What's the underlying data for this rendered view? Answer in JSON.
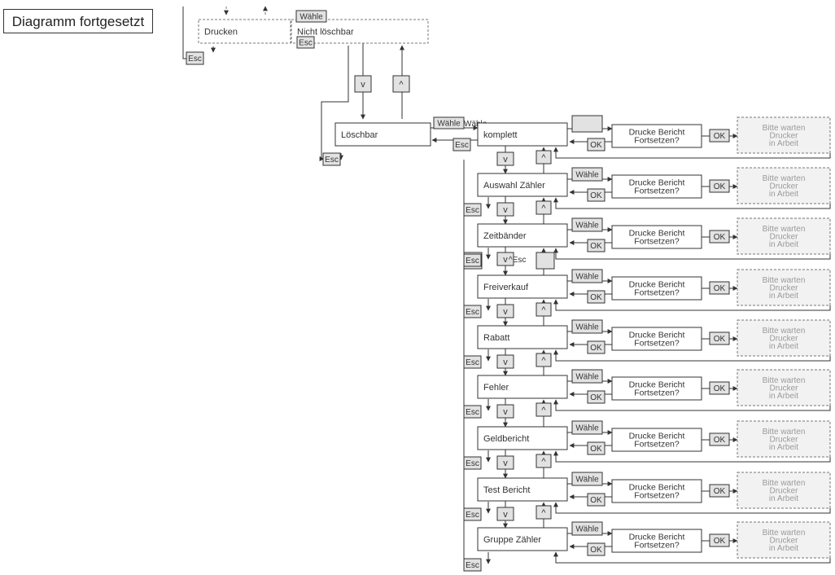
{
  "title": "Diagramm fortgesetzt",
  "top": {
    "print": "Drucken",
    "not_deletable": "Nicht löschbar",
    "deletable": "Löschbar",
    "select": "Wähle",
    "escape": "Esc",
    "down": "v",
    "up": "^"
  },
  "menu_items": [
    "komplett",
    "Auswahl Zähler",
    "Zeitbänder",
    "Freiverkauf",
    "Rabatt",
    "Fehler",
    "Geldbericht",
    "Test Bericht",
    "Gruppe Zähler"
  ],
  "report_prompt": [
    "Drucke Bericht",
    "Fortsetzen?"
  ],
  "printer_status": [
    "Bitte warten",
    "Drucker",
    "in Arbeit"
  ],
  "ok": "OK",
  "select_label": "Wähle",
  "extra_labels": {
    "select_after_deletable": "Wähle",
    "up_esc": "^Esc"
  },
  "colors": {
    "box_fill": "#ffffff",
    "button_fill": "#e2e2e2",
    "stroke": "#333333",
    "status_fill": "#f2f2f2",
    "status_text": "#9a9a9a",
    "dashed": "#777777"
  }
}
